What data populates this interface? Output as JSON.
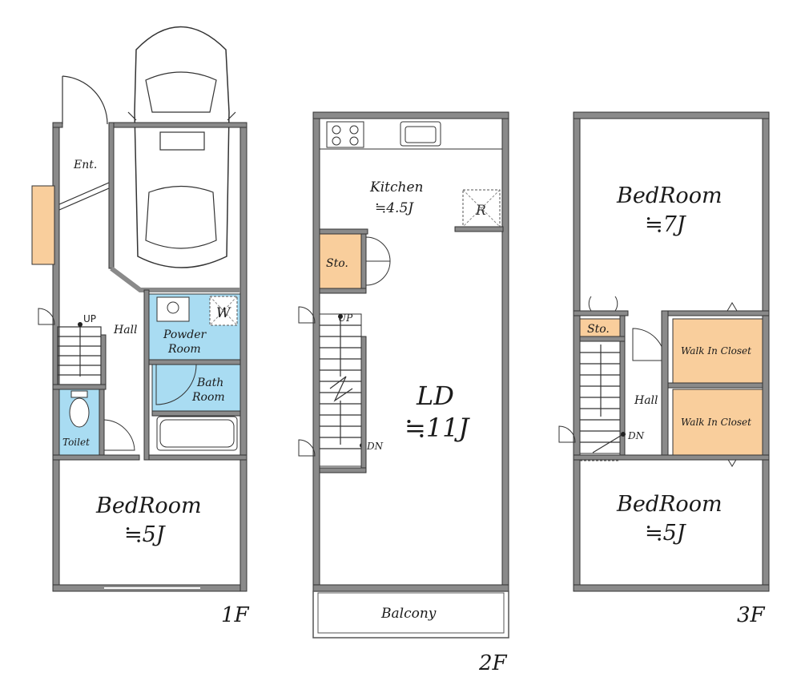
{
  "floors": [
    {
      "label": "1F",
      "rooms": {
        "entrance": "Ent.",
        "hall": "Hall",
        "stairs_up": "UP",
        "powder_room_1": "Powder",
        "powder_room_2": "Room",
        "washer": "W",
        "bath_1": "Bath",
        "bath_2": "Room",
        "toilet": "Toilet",
        "bedroom": "BedRoom",
        "bedroom_size": "≒5J"
      }
    },
    {
      "label": "2F",
      "rooms": {
        "kitchen": "Kitchen",
        "kitchen_size": "≒4.5J",
        "refrigerator": "R",
        "storage": "Sto.",
        "stairs_up": "UP",
        "stairs_down": "DN",
        "ld": "LD",
        "ld_size": "≒11J",
        "balcony": "Balcony"
      }
    },
    {
      "label": "3F",
      "rooms": {
        "bedroom_1": "BedRoom",
        "bedroom_1_size": "≒7J",
        "storage": "Sto.",
        "hall": "Hall",
        "stairs_down": "DN",
        "walk_in_closet_1": "Walk In Closet",
        "walk_in_closet_2": "Walk In Closet",
        "bedroom_2": "BedRoom",
        "bedroom_2_size": "≒5J"
      }
    }
  ],
  "colors": {
    "wet_area": "#a9dcf2",
    "storage": "#f9ce9c",
    "wall": "#8a8a8a"
  }
}
